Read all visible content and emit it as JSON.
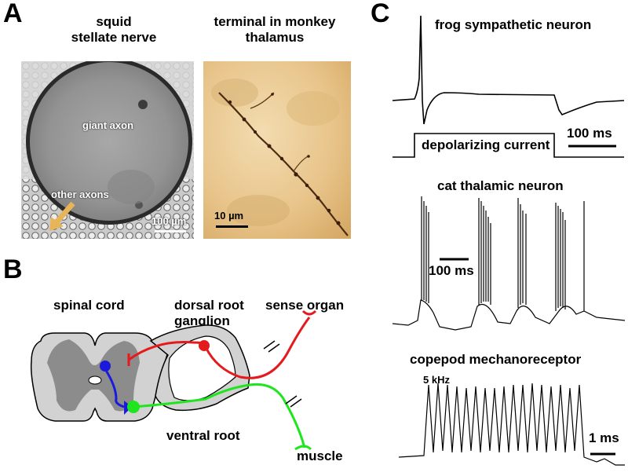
{
  "panels": {
    "a": {
      "letter": "A",
      "left_title_line1": "squid",
      "left_title_line2": "stellate nerve",
      "giant_axon": "giant axon",
      "other_axons": "other axons",
      "left_scale": "100 µm",
      "right_title_line1": "terminal in monkey",
      "right_title_line2": "thalamus",
      "right_scale": "10 µm"
    },
    "b": {
      "letter": "B",
      "spinal_cord": "spinal cord",
      "drg_line1": "dorsal root",
      "drg_line2": "ganglion",
      "sense_organ": "sense organ",
      "ventral_root": "ventral root",
      "muscle": "muscle",
      "colors": {
        "sensory": "#e41a1c",
        "inter": "#1a1adc",
        "motor": "#1ee61e",
        "gray_matter": "#8c8c8c",
        "white_matter": "#d2d2d2"
      }
    },
    "c": {
      "letter": "C",
      "frog_title": "frog sympathetic neuron",
      "stimulus": "depolarizing current",
      "frog_scale": "100 ms",
      "cat_title": "cat thalamic neuron",
      "cat_scale": "100 ms",
      "copepod_title": "copepod mechanoreceptor",
      "copepod_freq": "5 kHz",
      "copepod_scale": "1 ms"
    }
  }
}
